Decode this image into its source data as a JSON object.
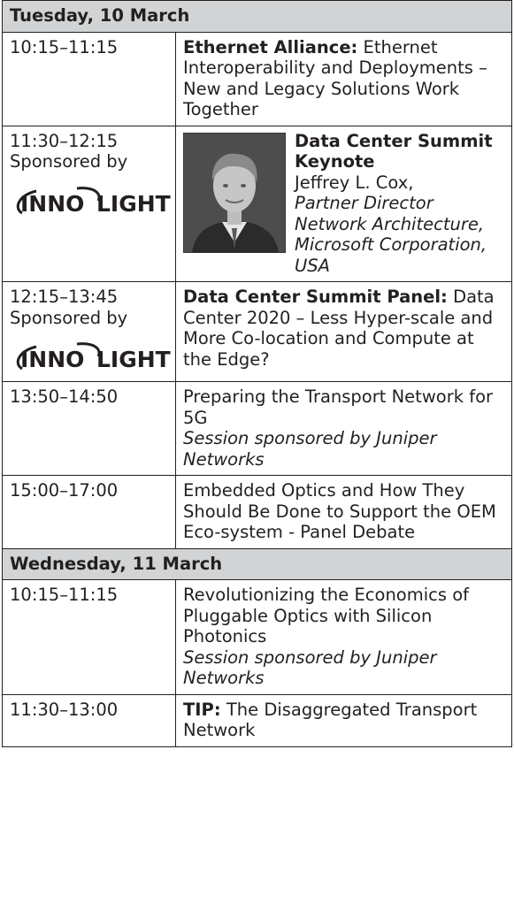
{
  "days": [
    {
      "label": "Tuesday, 10 March",
      "sessions": [
        {
          "time": "10:15–11:15",
          "bold": "Ethernet Alliance:",
          "text": " Ethernet Interoperability and Deployments – New and Legacy Solutions Work Together"
        },
        {
          "time": "11:30–12:15",
          "sponsor_label": "Sponsored by",
          "sponsor_logo": "InnoLight",
          "keynote_title": "Data Center Summit Keynote",
          "speaker_name": "Jeffrey L. Cox,",
          "speaker_role": "Partner Director Network Architecture, Microsoft Corporation, USA",
          "photo_icon": "speaker-photo"
        },
        {
          "time": "12:15–13:45",
          "sponsor_label": "Sponsored by",
          "sponsor_logo": "InnoLight",
          "bold": "Data Center Summit Panel:",
          "text": " Data Center 2020 – Less Hyper-scale and More Co-location and Compute at the Edge?"
        },
        {
          "time": "13:50–14:50",
          "text": "Preparing the Transport Network for 5G",
          "note": "Session sponsored by Juniper Networks"
        },
        {
          "time": "15:00–17:00",
          "text": "Embedded Optics and How They Should Be Done to Support the OEM Eco-system - Panel Debate"
        }
      ]
    },
    {
      "label": "Wednesday, 11 March",
      "sessions": [
        {
          "time": "10:15–11:15",
          "text": "Revolutionizing the Economics of Pluggable Optics with Silicon Photonics",
          "note": "Session sponsored by Juniper Networks"
        },
        {
          "time": "11:30–13:00",
          "bold": "TIP:",
          "text": " The Disaggregated Transport Network"
        }
      ]
    }
  ],
  "colors": {
    "header_bg": "#d1d3d4",
    "border": "#231f20",
    "text": "#231f20"
  }
}
